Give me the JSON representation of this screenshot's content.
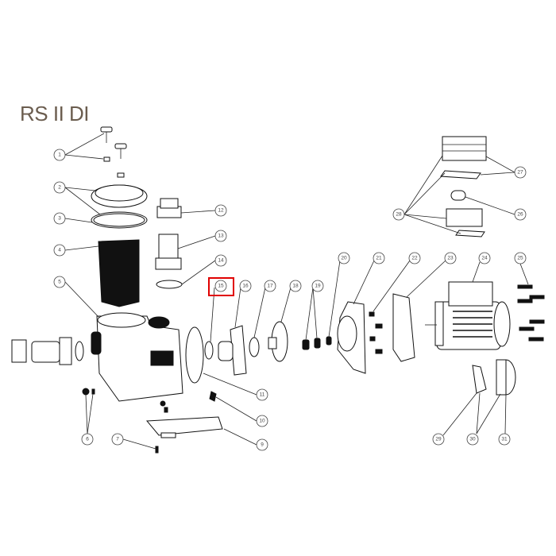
{
  "title": "RS II DI",
  "highlight_color": "#e00000",
  "highlighted_part": "15",
  "callouts": {
    "c1": "1",
    "c2": "2",
    "c3": "3",
    "c4": "4",
    "c5": "5",
    "c6": "6",
    "c7": "7",
    "c9": "9",
    "c10": "10",
    "c11": "11",
    "c12": "12",
    "c13": "13",
    "c14": "14",
    "c15": "15",
    "c16": "16",
    "c17": "17",
    "c18": "18",
    "c19": "19",
    "c20": "20",
    "c21": "21",
    "c22": "22",
    "c23": "23",
    "c24": "24",
    "c25": "25",
    "c26": "26",
    "c27": "27",
    "c28": "28",
    "c29": "29",
    "c30": "30",
    "c31": "31"
  }
}
